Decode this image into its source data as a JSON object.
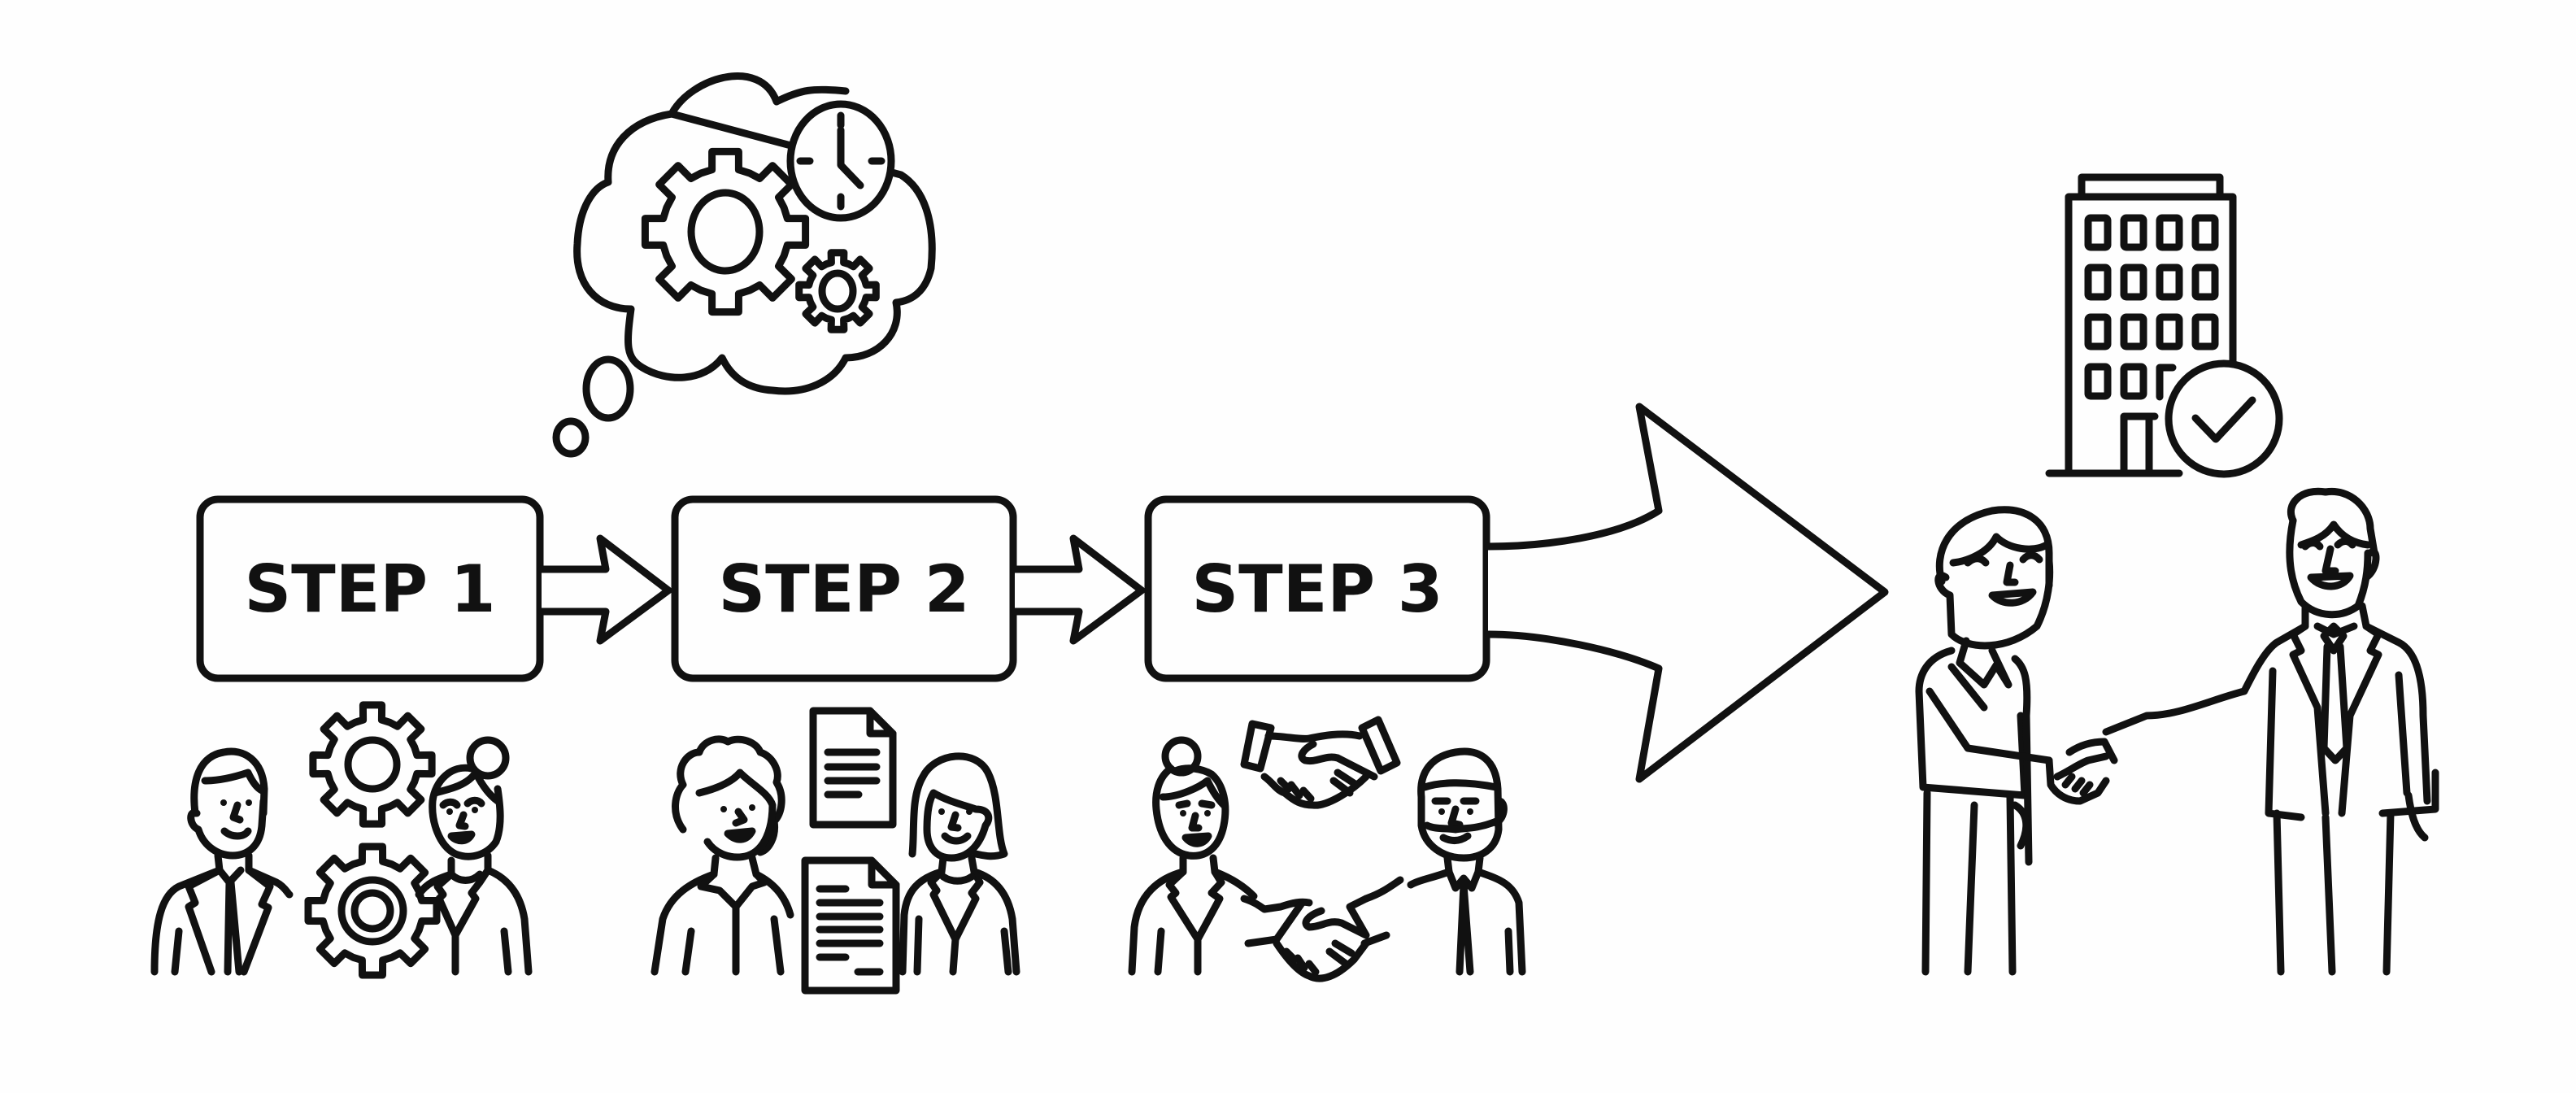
{
  "diagram": {
    "type": "process-flow",
    "theme": {
      "stroke_color": "#111111",
      "background_color": "#fefefe"
    },
    "steps": [
      {
        "label": "STEP 1",
        "icon": "gears-icon",
        "people": [
          "businessman",
          "businesswoman"
        ]
      },
      {
        "label": "STEP 2",
        "icon": "documents-icon",
        "people": [
          "curly-haired-woman",
          "woman-in-blazer"
        ]
      },
      {
        "label": "STEP 3",
        "icon": "handshake-icon",
        "people": [
          "businesswoman",
          "bearded-man"
        ]
      }
    ],
    "thought_bubble": {
      "icons": [
        "large-gear-icon",
        "clock-icon",
        "small-gear-icon"
      ]
    },
    "outcome": {
      "icons": [
        "office-building-icon",
        "checkmark-circle-icon"
      ],
      "scene": "two-people-shaking-hands"
    },
    "connectors": [
      "arrow-step1-to-step2",
      "arrow-step2-to-step3",
      "big-arrow-to-outcome"
    ]
  }
}
